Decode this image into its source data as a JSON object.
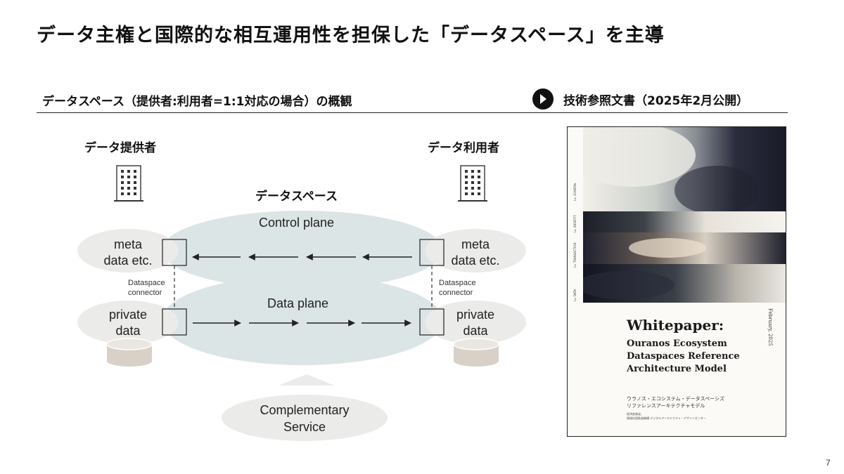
{
  "slide": {
    "title": "データ主権と国際的な相互運用性を担保した「データスペース」を主導",
    "subtitle_left": "データスペース（提供者:利用者=1:1対応の場合）の概観",
    "subtitle_right": "技術参照文書（2025年2月公開）",
    "page_number": "7"
  },
  "diagram": {
    "provider_label": "データ提供者",
    "consumer_label": "データ利用者",
    "dataspace_label": "データスペース",
    "control_plane_label": "Control plane",
    "data_plane_label": "Data plane",
    "meta_data": {
      "line1": "meta",
      "line2": "data etc."
    },
    "private_data": {
      "line1": "private",
      "line2": "data"
    },
    "connector": {
      "line1": "Dataspace",
      "line2": "connector"
    },
    "complementary_service": {
      "line1": "Complementary",
      "line2": "Service"
    },
    "colors": {
      "plane": "#dce5e6",
      "node": "#ebebe9",
      "database": "#d9d1c7"
    }
  },
  "document": {
    "title": "Whitepaper:",
    "subtitle": "Ouranos Ecosystem Dataspaces Reference Architecture Model",
    "jp_line1": "ウラノス・エコシステム・データスペーシズ",
    "jp_line2": "リファレンスアーキテクチャモデル",
    "publisher_line1": "経済産業省、",
    "publisher_line2": "情報処理推進機構 デジタルアーキテクチャ・デザインセンター",
    "date": "February, 2025",
    "spine_labels": [
      "Lv. DATA",
      "Lv. TRANSACTION",
      "Lv. IDENTITY",
      "Lv. GOVERNANCE"
    ]
  }
}
